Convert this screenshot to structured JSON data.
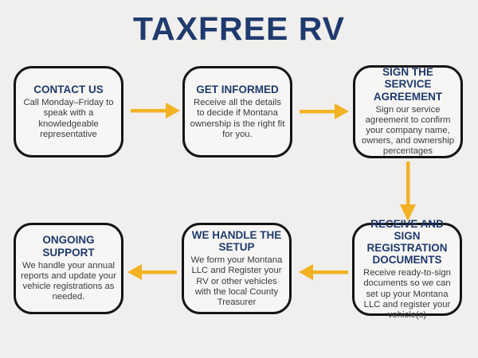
{
  "title": "TAXFREE RV",
  "steps": [
    {
      "title": "CONTACT US",
      "body": "Call Monday–Friday to speak with a knowledgeable representative"
    },
    {
      "title": "GET INFORMED",
      "body": "Receive all the details to decide if Montana ownership is the right fit for you."
    },
    {
      "title": "SIGN THE SERVICE AGREEMENT",
      "body": "Sign our service agreement to confirm your company name, owners, and ownership percentages"
    },
    {
      "title": "RECEIVE AND SIGN REGISTRATION DOCUMENTS",
      "body": "Receive ready-to-sign documents so we can set up your Montana LLC and register your vehicle(s)"
    },
    {
      "title": "WE HANDLE THE SETUP",
      "body": "We form your Montana LLC and Register your RV or other vehicles with the local County Treasurer"
    },
    {
      "title": "ONGOING SUPPORT",
      "body": "We handle your annual reports and update your vehicle registrations as needed."
    }
  ],
  "colors": {
    "background": "#f0efed",
    "box_fill": "#f7f6f4",
    "box_border": "#141414",
    "heading": "#1f3a6e",
    "body_text": "#3b3b3b",
    "arrow": "#f2b223"
  }
}
